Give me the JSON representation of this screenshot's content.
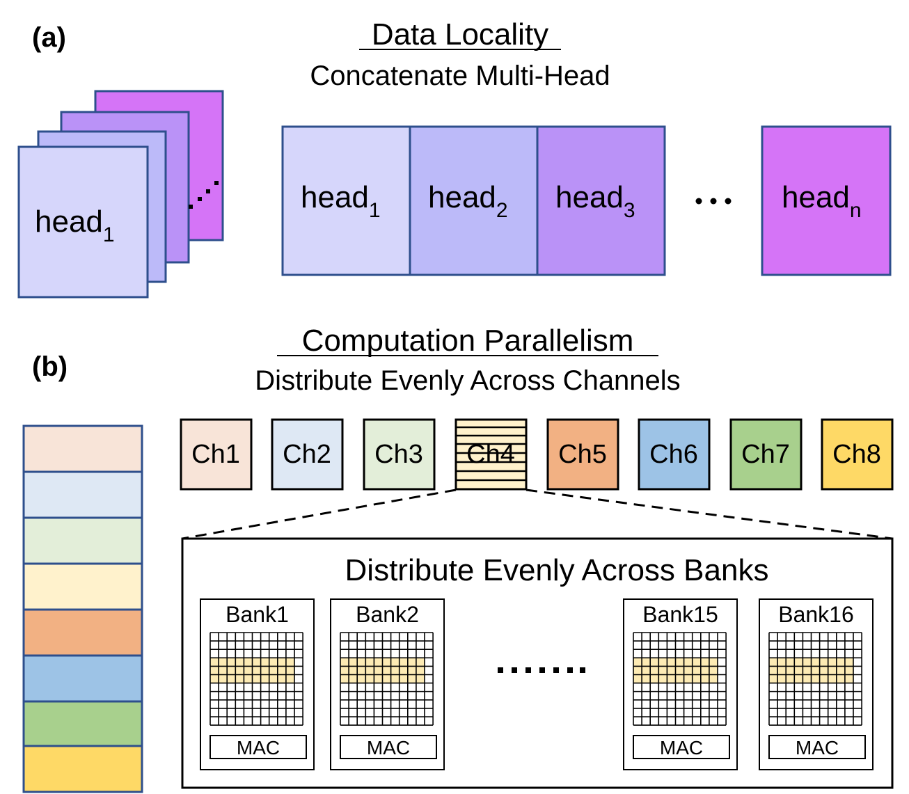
{
  "section_a": {
    "label": "(a)",
    "title": "Data Locality",
    "subtitle": "Concatenate Multi-Head",
    "stack_front_label": "head",
    "stack_front_sub": "1",
    "stack_dots": "⋰",
    "heads": [
      {
        "label": "head",
        "sub": "1",
        "color": "#d6d6fb"
      },
      {
        "label": "head",
        "sub": "2",
        "color": "#bcbaf9"
      },
      {
        "label": "head",
        "sub": "3",
        "color": "#ba92f7"
      },
      {
        "label": "head",
        "sub": "n",
        "color": "#d574f7"
      }
    ],
    "ellipsis": "···"
  },
  "section_b": {
    "label": "(b)",
    "title": "Computation Parallelism",
    "subtitle": "Distribute Evenly Across Channels",
    "channels": [
      {
        "label": "Ch1",
        "color": "#f8e4d8"
      },
      {
        "label": "Ch2",
        "color": "#dee8f4"
      },
      {
        "label": "Ch3",
        "color": "#e3eed9"
      },
      {
        "label": "Ch4",
        "color": "#fff2cc"
      },
      {
        "label": "Ch5",
        "color": "#f2b183"
      },
      {
        "label": "Ch6",
        "color": "#9dc3e6"
      },
      {
        "label": "Ch7",
        "color": "#a8d08d"
      },
      {
        "label": "Ch8",
        "color": "#fed966"
      }
    ],
    "banks_title": "Distribute Evenly Across Banks",
    "banks": [
      {
        "label": "Bank1",
        "mac": "MAC"
      },
      {
        "label": "Bank2",
        "mac": "MAC"
      },
      {
        "label": "Bank15",
        "mac": "MAC"
      },
      {
        "label": "Bank16",
        "mac": "MAC"
      }
    ],
    "bank_ellipsis": ".......",
    "highlight_color": "#fdebb4",
    "edge_color": "#2e4f8c"
  }
}
